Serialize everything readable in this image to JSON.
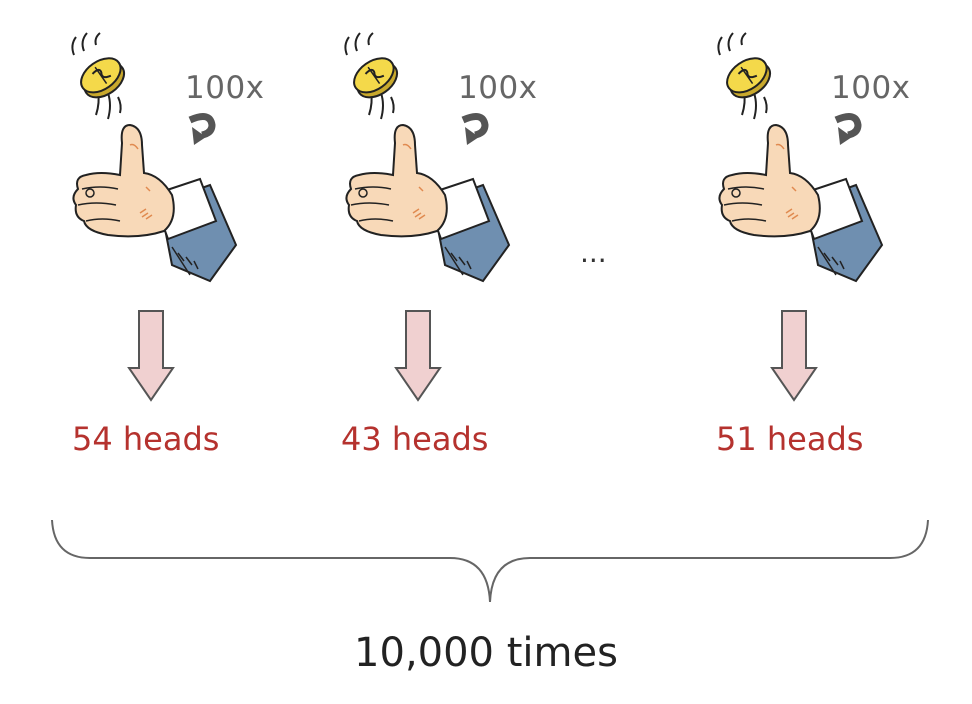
{
  "experiments": [
    {
      "multiplier": "100x",
      "result": "54 heads"
    },
    {
      "multiplier": "100x",
      "result": "43 heads"
    },
    {
      "multiplier": "100x",
      "result": "51 heads"
    }
  ],
  "ellipsis": "...",
  "total_label": "10,000 times",
  "colors": {
    "result_text": "#b5322e",
    "arrow_fill": "#f0d0d0",
    "arrow_stroke": "#555555",
    "coin": "#f4d94a",
    "sleeve": "#6f8fb0",
    "skin": "#f8d9b8"
  }
}
